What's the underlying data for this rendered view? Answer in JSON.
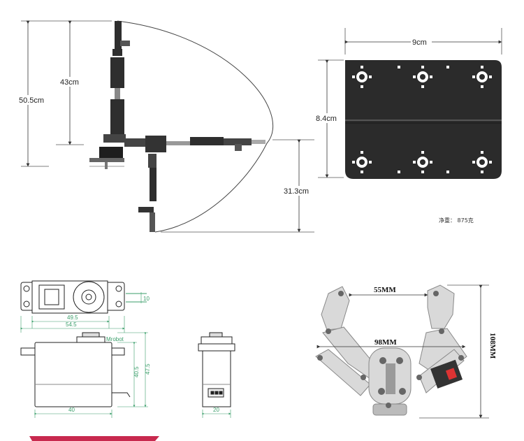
{
  "arm": {
    "height_total": "50.5cm",
    "height_upper": "43cm",
    "reach": "31.3cm"
  },
  "plate": {
    "width": "9cm",
    "height": "8.4cm",
    "weight": "净重： 875克"
  },
  "servo": {
    "width_inner": "49.5",
    "width_outer": "54.5",
    "flange_height": "10",
    "body_width": "40",
    "body_height": "40.5",
    "total_height": "47.5",
    "thickness": "20",
    "brand_text": "Mrobot"
  },
  "gripper": {
    "opening": "55MM",
    "span": "98MM",
    "length": "108MM"
  },
  "colors": {
    "accent_bar": "#c8294e",
    "plate": "#2b2b2b",
    "servo_dim": "#3a9e6a"
  }
}
